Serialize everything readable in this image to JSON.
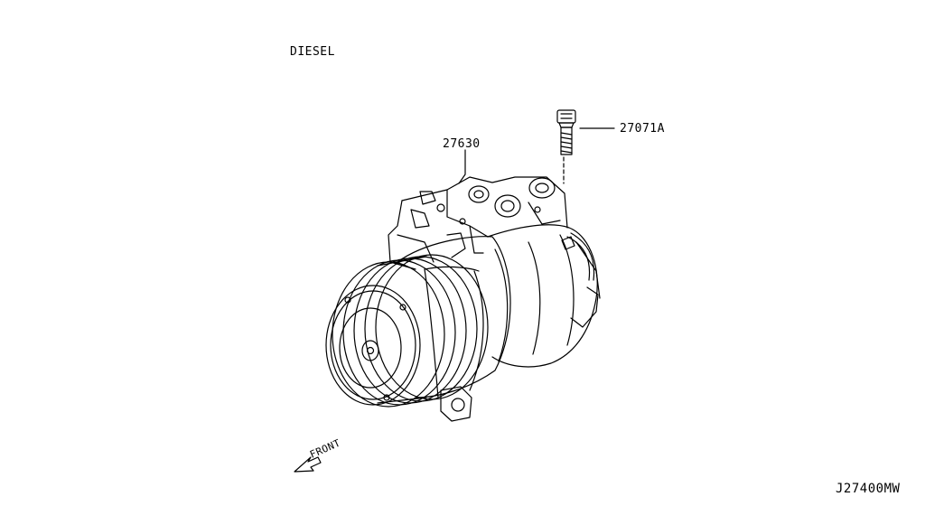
{
  "header": {
    "variant_label": "DIESEL"
  },
  "parts": [
    {
      "number": "27630"
    },
    {
      "number": "27071A"
    }
  ],
  "orientation": {
    "label": "FRONT"
  },
  "footer": {
    "diagram_code": "J27400MW"
  }
}
